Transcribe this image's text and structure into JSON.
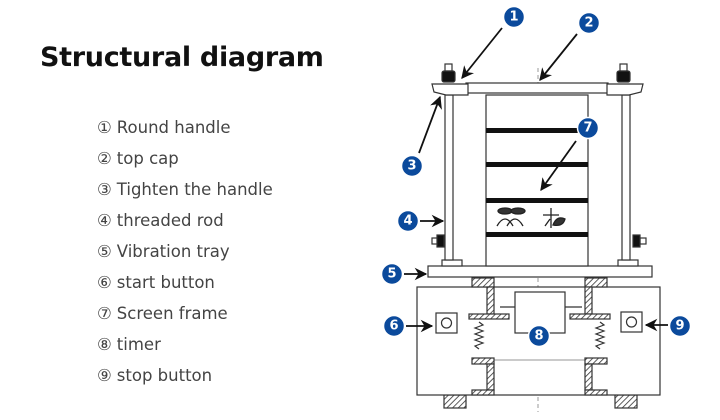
{
  "title": "Structural diagram",
  "legend": [
    {
      "num": "①",
      "label": "Round handle"
    },
    {
      "num": "②",
      "label": "top cap"
    },
    {
      "num": "③",
      "label": "Tighten the handle"
    },
    {
      "num": "④",
      "label": "threaded rod"
    },
    {
      "num": "⑤",
      "label": "Vibration tray"
    },
    {
      "num": "⑥",
      "label": "start button"
    },
    {
      "num": "⑦",
      "label": "Screen frame"
    },
    {
      "num": "⑧",
      "label": "timer"
    },
    {
      "num": "⑨",
      "label": "stop button"
    }
  ],
  "badges": [
    "1",
    "2",
    "3",
    "4",
    "5",
    "6",
    "7",
    "8",
    "9"
  ],
  "colors": {
    "badge": "#0b4a9c",
    "line": "#333333",
    "text": "#444444"
  }
}
